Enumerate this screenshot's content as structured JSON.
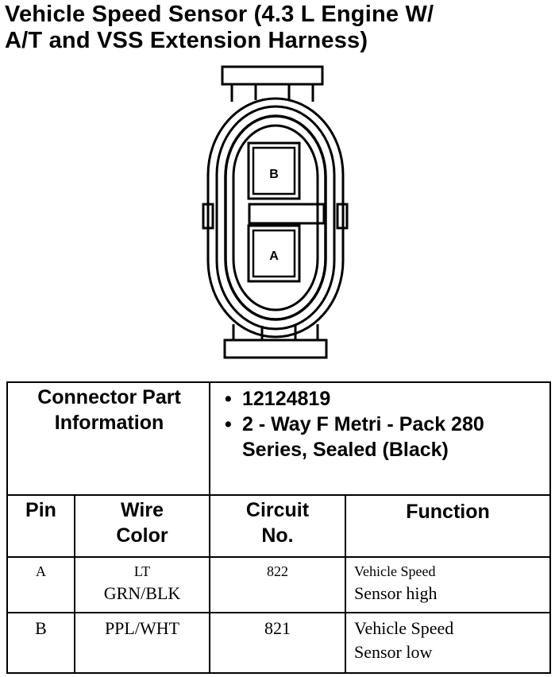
{
  "title": {
    "line1": "Vehicle Speed Sensor (4.3 L Engine W/",
    "line2": "A/T and VSS Extension Harness)"
  },
  "connector": {
    "pin_b_label": "B",
    "pin_a_label": "A"
  },
  "part_info": {
    "label_line1": "Connector Part",
    "label_line2": "Information",
    "bullets": [
      "12124819",
      "2 - Way F Metri - Pack 280 Series, Sealed (Black)"
    ]
  },
  "table": {
    "headers": {
      "pin": "Pin",
      "wire_line1": "Wire",
      "wire_line2": "Color",
      "circuit_line1": "Circuit",
      "circuit_line2": "No.",
      "function": "Function"
    },
    "rows": [
      {
        "pin": "A",
        "wire_line1": "LT",
        "wire_line2": "GRN/BLK",
        "circuit": "822",
        "function_line1": "Vehicle Speed",
        "function_line2": "Sensor high"
      },
      {
        "pin": "B",
        "wire_line1": "PPL/WHT",
        "wire_line2": "",
        "circuit": "821",
        "function_line1": "Vehicle Speed",
        "function_line2": "Sensor low"
      }
    ]
  }
}
